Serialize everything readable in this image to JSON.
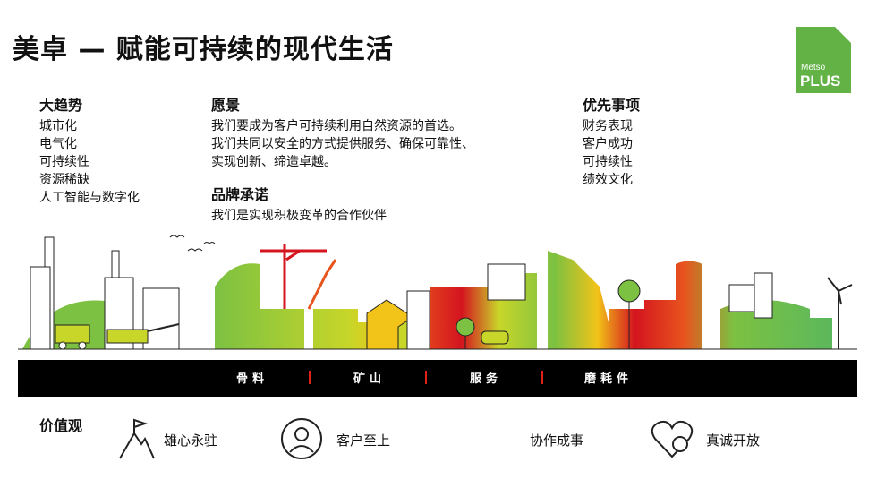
{
  "title": "美卓 — 赋能可持续的现代生活",
  "logo": {
    "line1": "Metso",
    "line2": "PLUS",
    "color": "#62b245"
  },
  "trends": {
    "heading": "大趋势",
    "items": [
      "城市化",
      "电气化",
      "可持续性",
      "资源稀缺",
      "人工智能与数字化"
    ]
  },
  "vision": {
    "heading": "愿景",
    "lines": [
      "我们要成为客户可持续利用自然资源的首选。",
      "我们共同以安全的方式提供服务、确保可靠性、",
      "实现创新、缔造卓越。"
    ]
  },
  "brand": {
    "heading": "品牌承诺",
    "lines": [
      "我们是实现积极变革的合作伙伴"
    ]
  },
  "priorities": {
    "heading": "优先事项",
    "items": [
      "财务表现",
      "客户成功",
      "可持续性",
      "绩效文化"
    ]
  },
  "band": {
    "items": [
      "骨料",
      "矿山",
      "服务",
      "磨耗件"
    ],
    "separator_color": "#e0201b"
  },
  "values": {
    "heading": "价值观",
    "items": [
      {
        "label": "雄心永驻",
        "icon": "mountain-flag-icon"
      },
      {
        "label": "客户至上",
        "icon": "person-circle-icon"
      },
      {
        "label": "协作成事",
        "icon": ""
      },
      {
        "label": "真诚开放",
        "icon": "heart-chat-icon"
      }
    ]
  },
  "gradient_colors": [
    "#7cc142",
    "#c8d629",
    "#f2c318",
    "#e8541e",
    "#d4141f"
  ]
}
